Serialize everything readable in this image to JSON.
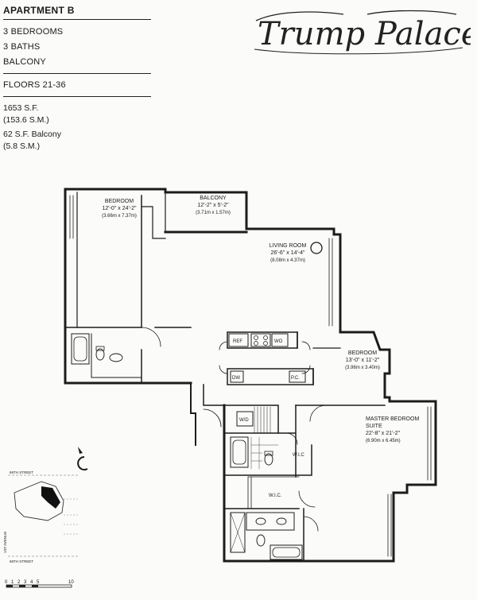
{
  "header": {
    "title": "APARTMENT B",
    "features": [
      "3 BEDROOMS",
      "3 BATHS",
      "BALCONY"
    ],
    "floors": "FLOORS 21-36",
    "area_sf": "1653 S.F.",
    "area_sm": "(153.6 S.M.)",
    "balcony_sf": "62 S.F. Balcony",
    "balcony_sm": "(5.8 S.M.)"
  },
  "logo": {
    "text": "Trump Palace"
  },
  "rooms": {
    "bedroom_a": {
      "name": "BEDROOM",
      "dim": "12'-0\" x 24'-2\"",
      "metric": "(3.66m x 7.37m)"
    },
    "balcony": {
      "name": "BALCONY",
      "dim": "12'-2\" x 5'-2\"",
      "metric": "(3.71m x 1.57m)"
    },
    "living": {
      "name": "LIVING ROOM",
      "dim": "26'-6\" x 14'-4\"",
      "metric": "(8.08m x 4.37m)"
    },
    "bedroom_b": {
      "name": "BEDROOM",
      "dim": "13'-0\" x 11'-2\"",
      "metric": "(3.96m x 3.40m)"
    },
    "master": {
      "name": "MASTER BEDROOM",
      "name2": "SUITE",
      "dim": "22'-8\" x 21'-2\"",
      "metric": "(6.90m x 6.45m)"
    }
  },
  "fixtures": {
    "ref": "REF",
    "wo": "WO",
    "dw": "DW",
    "pc": "P.C.",
    "wd": "W/D",
    "wic1": "W.I.C",
    "wic2": "W.I.C."
  },
  "key_plan": {
    "street_top": "69TH STREET",
    "street_bottom": "68TH STREET",
    "avenue": "1ST AVENUE"
  },
  "scale": {
    "ticks": [
      "0",
      "1",
      "2",
      "3",
      "4",
      "5",
      "10"
    ]
  }
}
